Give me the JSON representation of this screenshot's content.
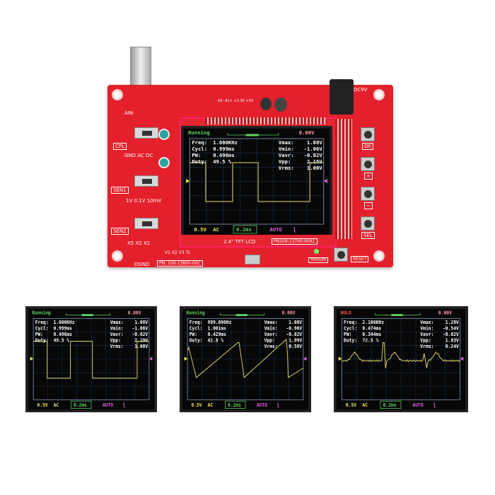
{
  "board": {
    "labels": {
      "cpl": "CPL",
      "coupling": "GND AC DC",
      "sen1": "SEN1",
      "sen1_range": "1V 0.1V 10mV",
      "sen2": "SEN2",
      "sen2_range": "X5 X2 X1",
      "dgnd": "DGND",
      "board_pn": "PN: 109-13800-00C",
      "lcd": "2.4\" TFT LCD",
      "lcd_pn": "PN109-13700-00A1",
      "dc": "DC9V",
      "ain": "AIN",
      "tests": "V1  V2  V3  TL",
      "power": "A2-  A1+  +3.3V  +5V",
      "ok": "OK",
      "plus": "+",
      "minus": "−",
      "sel": "SEL",
      "reset": "RESET",
      "trigger": "TRIGGER"
    },
    "color": "#e3202b"
  },
  "colors": {
    "status_running": "#5fd35f",
    "status_hold": "#ff5050",
    "offset": "#ff9aa8",
    "text": "#ffffff",
    "volt": "#e8e85a",
    "timebase": "#5fd35f",
    "trigmode": "#e060e0",
    "trace": "#e8e070",
    "grid": "#1c3350"
  },
  "screens": [
    {
      "status": "Running",
      "status_kind": "running",
      "offset": "0.00V",
      "left": [
        [
          "Freq:",
          "1.000KHz"
        ],
        [
          "Cycl:",
          "0.999ms"
        ],
        [
          "PW:",
          "0.496ms"
        ],
        [
          "Duty:",
          "49.5 %"
        ]
      ],
      "right": [
        [
          "Vmax:",
          "1.08V"
        ],
        [
          "Vmin:",
          "-1.06V"
        ],
        [
          "Vavr:",
          "-0.02V"
        ],
        [
          "Vpp:",
          "2.15V"
        ],
        [
          "Vrms:",
          "1.00V"
        ]
      ],
      "bottom": {
        "volt": "0.5V",
        "coupling": "AC",
        "timebase": "0.2ms",
        "mode": "AUTO",
        "edge": "ʅ"
      },
      "waveform": "square"
    },
    {
      "status": "Running",
      "status_kind": "running",
      "offset": "0.00V",
      "left": [
        [
          "Freq:",
          "1.000KHz"
        ],
        [
          "Cycl:",
          "0.999ms"
        ],
        [
          "PW:",
          "0.496ms"
        ],
        [
          "Duty:",
          "49.5 %"
        ]
      ],
      "right": [
        [
          "Vmax:",
          "1.08V"
        ],
        [
          "Vmin:",
          "-1.06V"
        ],
        [
          "Vavr:",
          "-0.02V"
        ],
        [
          "Vpp:",
          "2.19V"
        ],
        [
          "Vrms:",
          "1.08V"
        ]
      ],
      "bottom": {
        "volt": "0.5V",
        "coupling": "AC",
        "timebase": "0.2ms",
        "mode": "AUTO",
        "edge": "ʅ"
      },
      "waveform": "square"
    },
    {
      "status": "Running",
      "status_kind": "running",
      "offset": "0.00V",
      "left": [
        [
          "Freq:",
          "999.000Hz"
        ],
        [
          "Cycl:",
          "1.001ms"
        ],
        [
          "PW:",
          "0.429ms"
        ],
        [
          "Duty:",
          "42.8 %"
        ]
      ],
      "right": [
        [
          "Vmax:",
          "1.08V"
        ],
        [
          "Vmin:",
          "-0.96V"
        ],
        [
          "Vavr:",
          "-0.02V"
        ],
        [
          "Vpp:",
          "1.99V"
        ],
        [
          "Vrms:",
          "0.58V"
        ]
      ],
      "bottom": {
        "volt": "0.5V",
        "coupling": "AC",
        "timebase": "0.2ms",
        "mode": "AUTO",
        "edge": "ʅ"
      },
      "waveform": "sawtooth"
    },
    {
      "status": "HOLD",
      "status_kind": "hold",
      "offset": "0.00V",
      "left": [
        [
          "Freq:",
          "2.100KHz"
        ],
        [
          "Cycl:",
          "0.474ms"
        ],
        [
          "PW:",
          "0.344ms"
        ],
        [
          "Duty:",
          "72.5 %"
        ]
      ],
      "right": [
        [
          "Vmax:",
          "1.28V"
        ],
        [
          "Vmin:",
          "-0.54V"
        ],
        [
          "Vavr:",
          "-0.02V"
        ],
        [
          "Vpp:",
          "1.83V"
        ],
        [
          "Vrms:",
          "0.24V"
        ]
      ],
      "bottom": {
        "volt": "0.5V",
        "coupling": "AC",
        "timebase": "0.2ms",
        "mode": "AUTO",
        "edge": "ʅ"
      },
      "waveform": "ecg"
    }
  ]
}
